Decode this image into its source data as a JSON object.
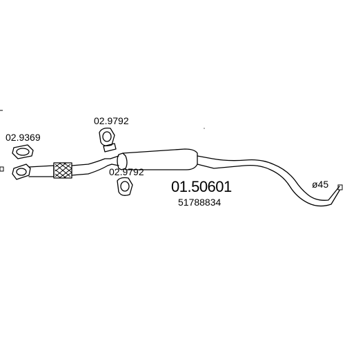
{
  "part_number": "01.50601",
  "oe_number": "51788834",
  "diameter_label": "ø45",
  "components": {
    "gasket": {
      "code": "02.9369",
      "icon": "gasket-icon"
    },
    "clamp_top": {
      "code": "02.9792",
      "icon": "clamp-icon"
    },
    "clamp_bottom": {
      "code": "02.9792",
      "icon": "clamp-icon"
    }
  },
  "colors": {
    "line": "#000000",
    "background": "#ffffff"
  }
}
